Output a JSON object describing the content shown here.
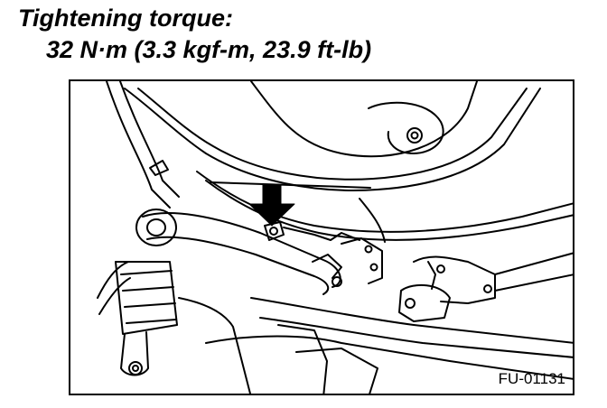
{
  "spec": {
    "title": "Tightening torque:",
    "value": "32 N·m (3.3 kgf-m, 23.9 ft-lb)"
  },
  "figure": {
    "id": "FU-01131",
    "callout": "arrow-down-icon",
    "line_color": "#000000",
    "background": "#ffffff"
  }
}
